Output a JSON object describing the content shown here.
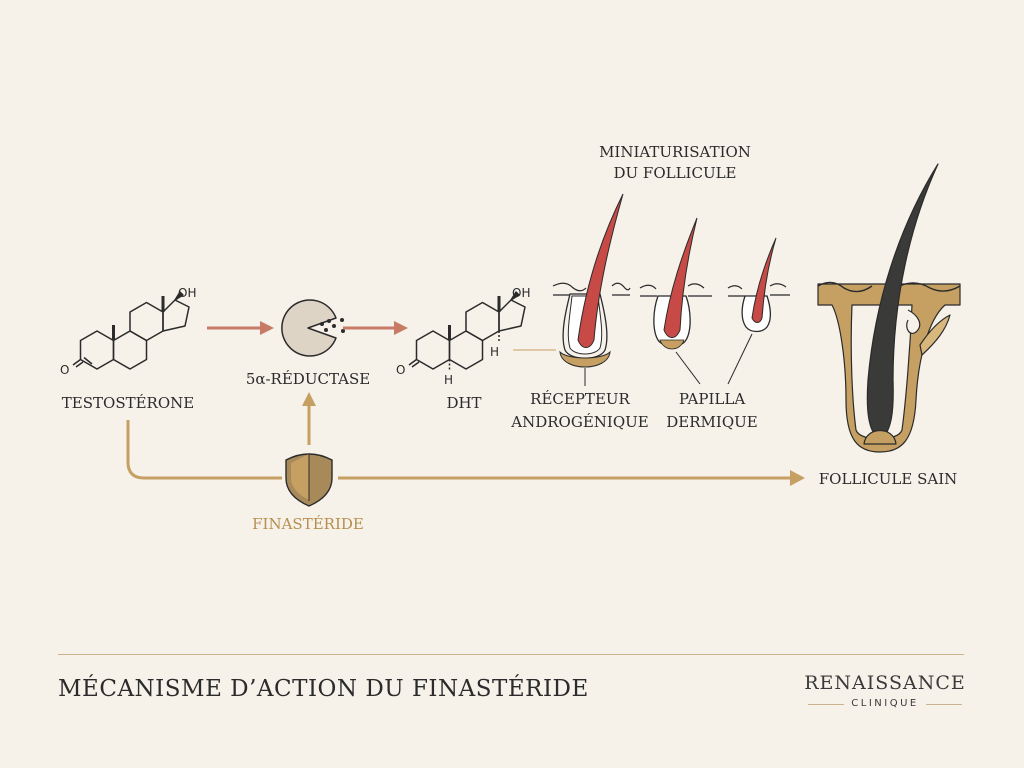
{
  "diagram": {
    "nodes": {
      "testosterone": "TESTOSTÉRONE",
      "reductase": "5α-RÉDUCTASE",
      "dht": "DHT",
      "receptor_line1": "RÉCEPTEUR",
      "receptor_line2": "ANDROGÉNIQUE",
      "papilla_line1": "PAPILLA",
      "papilla_line2": "DERMIQUE",
      "miniaturisation_line1": "MINIATURISATION",
      "miniaturisation_line2": "DU FOLLICULE",
      "healthy": "FOLLICULE SAIN",
      "finasteride": "FINASTÉRIDE"
    },
    "atoms": {
      "oh": "OH",
      "o": "O",
      "h": "H"
    }
  },
  "footer": {
    "title": "MÉCANISME D’ACTION DU FINASTÉRIDE",
    "brand_name": "RENAISSANCE",
    "brand_sub": "CLINIQUE"
  },
  "colors": {
    "background": "#f6f1e9",
    "gold": "#c5a062",
    "arrow_red": "#c77a66",
    "hair_red": "#c74a46",
    "hair_dark": "#3a3a38",
    "enzyme": "#ddd4c6"
  }
}
